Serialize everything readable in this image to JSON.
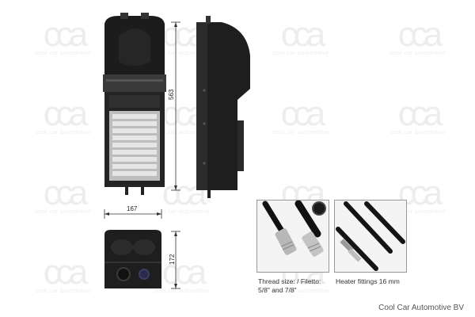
{
  "watermark": {
    "logo_text": "cca",
    "tagline": "cool car automotive"
  },
  "dimensions": {
    "height": "563",
    "width": "167",
    "depth": "172"
  },
  "details": [
    {
      "caption_line1": "Thread size: / Filetto:",
      "caption_line2": "5/8\" and 7/8\""
    },
    {
      "caption_line1": "Heater fittings 16 mm",
      "caption_line2": ""
    }
  ],
  "footer": {
    "company": "Cool Car Automotive BV"
  },
  "colors": {
    "unit_body": "#1d1d1d",
    "unit_mid": "#2e2e2e",
    "grille": "#d5d5d5",
    "watermark": "#ededed"
  }
}
